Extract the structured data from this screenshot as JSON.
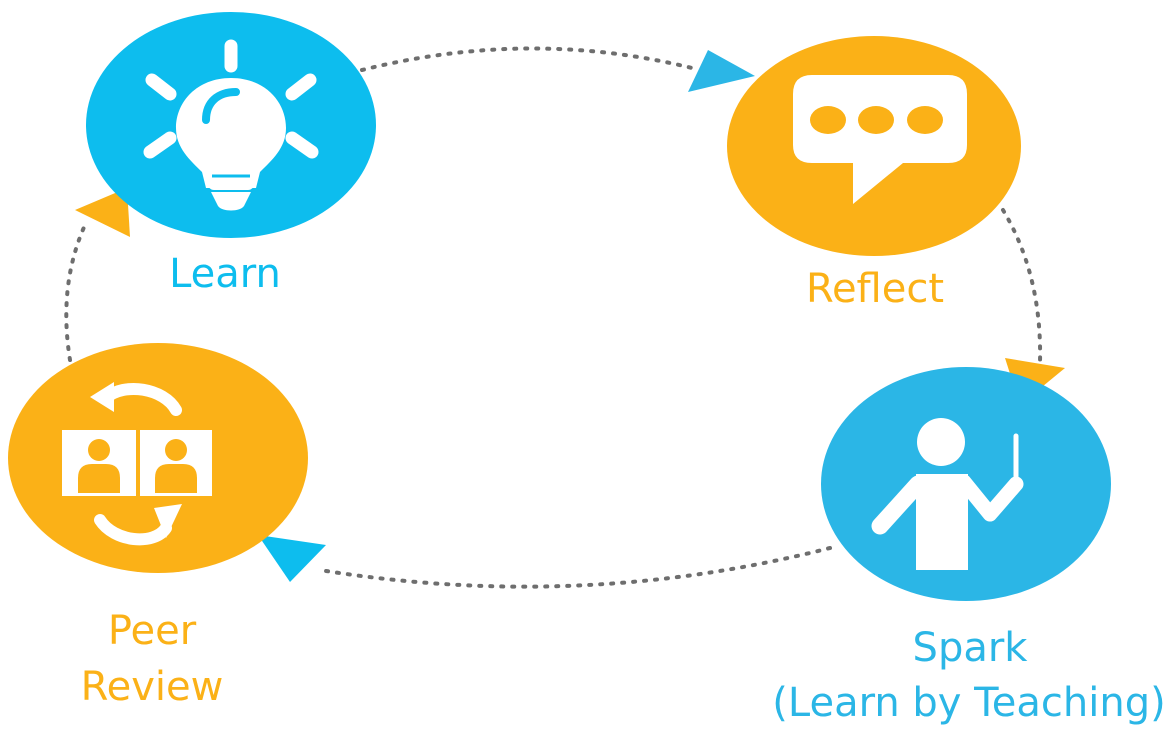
{
  "colors": {
    "blue": "#0DBDEE",
    "blue_alt": "#2BB6E6",
    "orange": "#FBB117",
    "connector": "#6E6E6E"
  },
  "nodes": {
    "learn": {
      "label": "Learn",
      "icon": "lightbulb-icon",
      "color": "blue"
    },
    "reflect": {
      "label": "Reflect",
      "icon": "speech-bubble-icon",
      "color": "orange"
    },
    "spark": {
      "label_line1": "Spark",
      "label_line2": "(Learn by Teaching)",
      "icon": "teacher-pointer-icon",
      "color": "blue"
    },
    "peer_review": {
      "label_line1": "Peer",
      "label_line2": "Review",
      "icon": "peer-exchange-icon",
      "color": "orange"
    }
  }
}
